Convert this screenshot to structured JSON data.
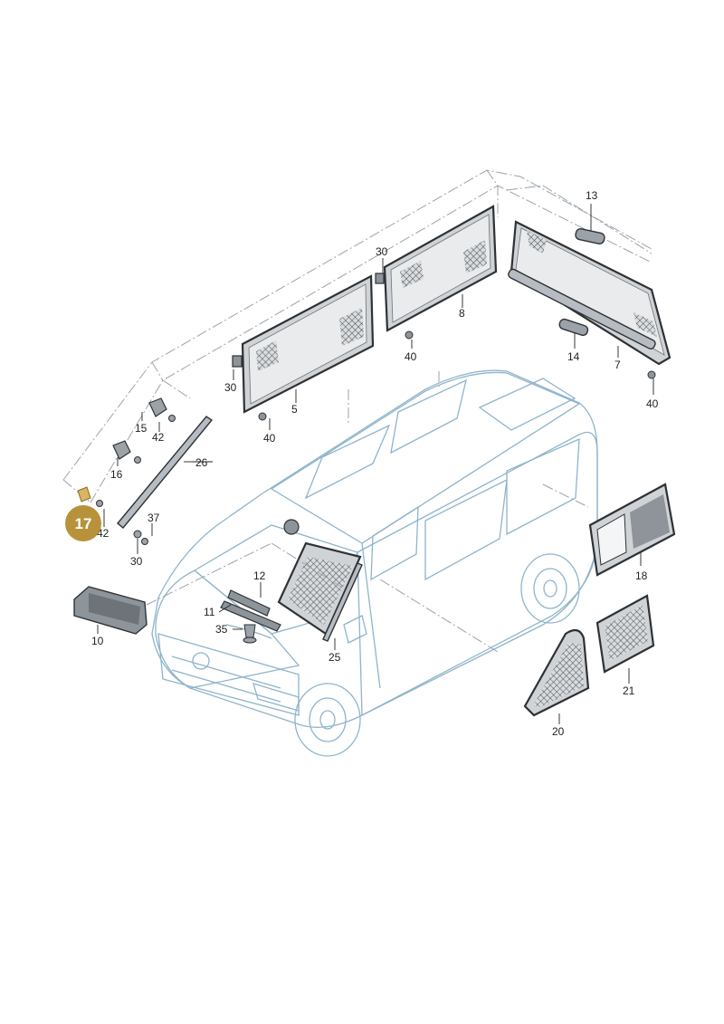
{
  "callouts": {
    "c13": "13",
    "c30a": "30",
    "c30b": "30",
    "c30c": "30",
    "c8": "8",
    "c40a": "40",
    "c40b": "40",
    "c40c": "40",
    "c5": "5",
    "c14": "14",
    "c7": "7",
    "c15": "15",
    "c42a": "42",
    "c42b": "42",
    "c16": "16",
    "c26": "26",
    "c37": "37",
    "c12": "12",
    "c11": "11",
    "c35": "35",
    "c10": "10",
    "c25": "25",
    "c18": "18",
    "c21": "21",
    "c20": "20"
  },
  "highlight": {
    "label": "17",
    "color": "#b8923a"
  },
  "colors": {
    "van_fill": "#e3eef5",
    "van_line": "#8fb4cb",
    "leader": "#222222"
  }
}
